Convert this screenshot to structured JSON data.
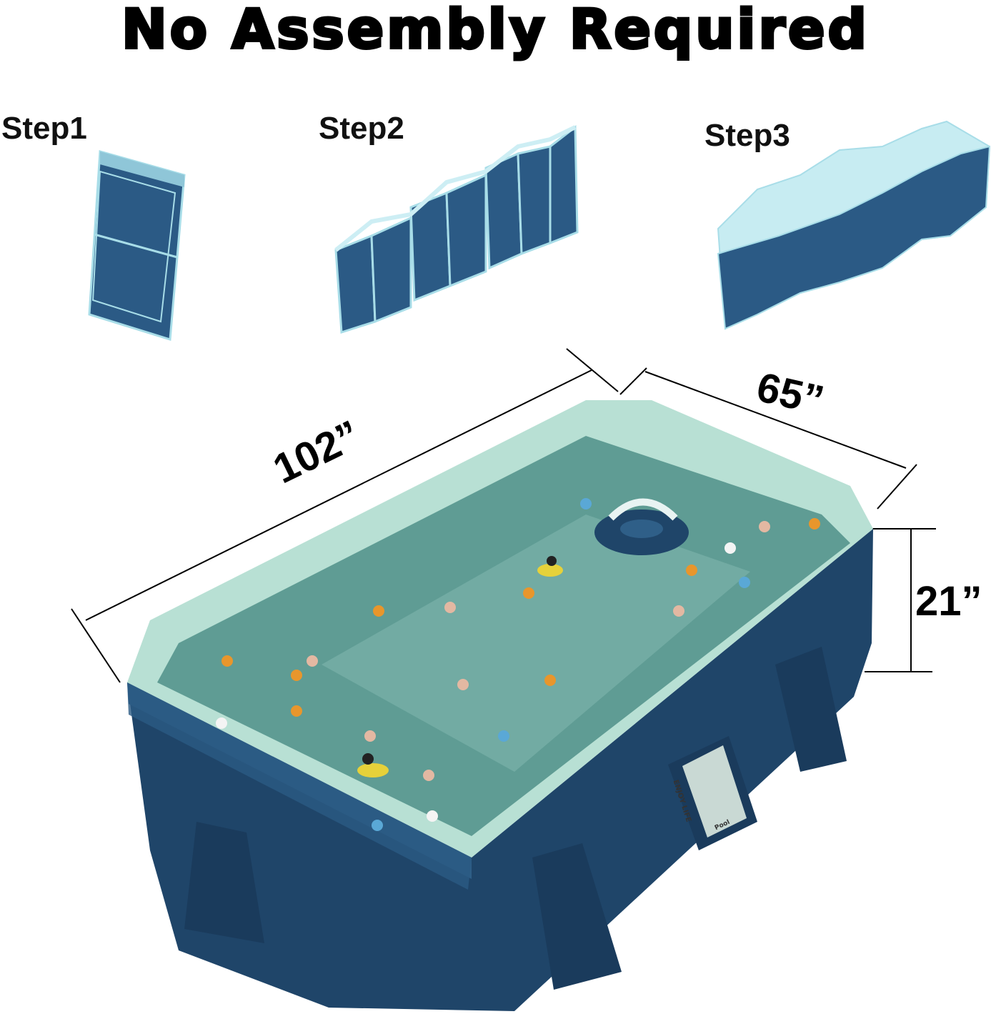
{
  "title": "No Assembly Required",
  "steps": [
    {
      "label": "Step1"
    },
    {
      "label": "Step2"
    },
    {
      "label": "Step3"
    }
  ],
  "dimensions": {
    "length": "102”",
    "width": "65”",
    "height": "21”"
  },
  "pool_label": {
    "brand": "ENJOY LIFE",
    "type": "Pool"
  },
  "colors": {
    "pool_body": "#1f4569",
    "pool_liner": "#b8e0d4",
    "water": "#5f9c94",
    "folded_panel": "#2b5a85",
    "panel_edge": "#a8dde8"
  }
}
